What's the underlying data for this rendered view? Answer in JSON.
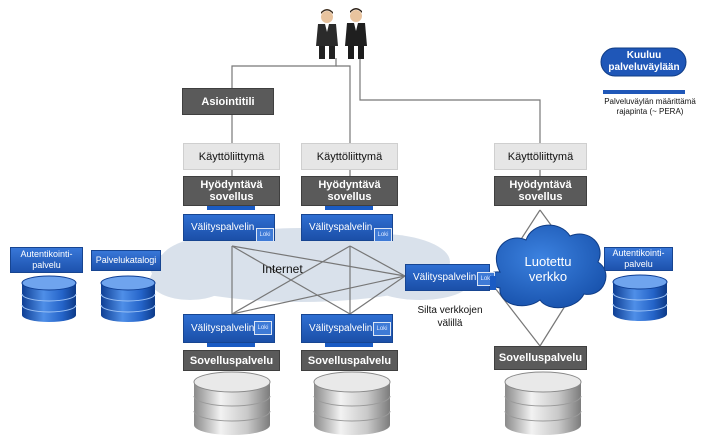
{
  "legend": {
    "title": "Kuuluu palveluväylään",
    "line_desc": "Palveluväylän määrittämä rajapinta (~ PERA)"
  },
  "top": {
    "asiointitili": "Asiointitili"
  },
  "columns": [
    {
      "ui": "Käyttöliittymä",
      "app": "Hyödyntävä sovellus",
      "gateway_top": "Välityspalvelin",
      "gateway_bottom": "Välityspalvelin",
      "service": "Sovelluspalvelu"
    },
    {
      "ui": "Käyttöliittymä",
      "app": "Hyödyntävä sovellus",
      "gateway_top": "Välityspalvelin",
      "gateway_bottom": "Välityspalvelin",
      "service": "Sovelluspalvelu"
    },
    {
      "ui": "Käyttöliittymä",
      "app": "Hyödyntävä sovellus",
      "service": "Sovelluspalvelu"
    }
  ],
  "lokiLabel": "Loki",
  "internet": "Internet",
  "bridge": {
    "gateway": "Välityspalvelin",
    "caption": "Silta verkkojen välillä"
  },
  "trusted_network": "Luotettu verkko",
  "left_services": {
    "auth": "Autentikointi-palvelu",
    "catalog": "Palvelukatalogi"
  },
  "right_services": {
    "auth": "Autentikointi-palvelu"
  },
  "colors": {
    "gateway_blue": "#1f57b8",
    "dark_box": "#5a5a5a",
    "light_box": "#e6e6e6",
    "cloud_gray": "#d9e1ea",
    "cloud_blue": "#1d5fc0"
  }
}
